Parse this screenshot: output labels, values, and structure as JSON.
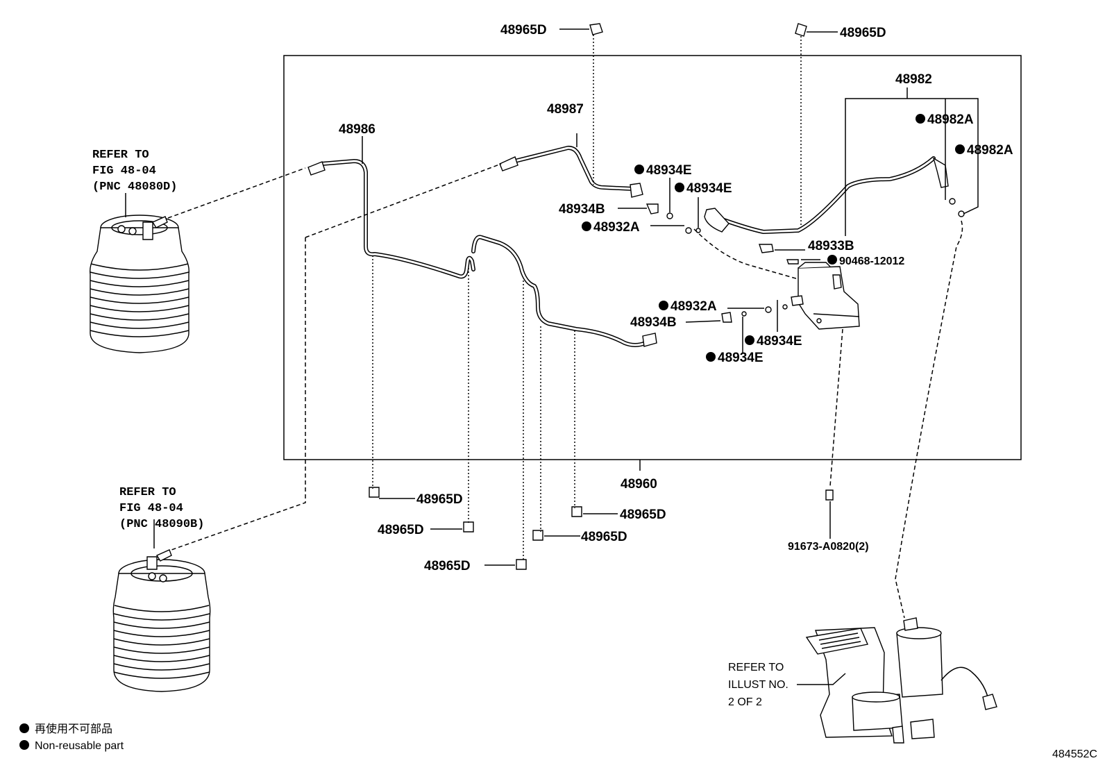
{
  "labels": {
    "clip_top_left": "48965D",
    "clip_top_right": "48965D",
    "pipe_48987": "48987",
    "pipe_48986": "48986",
    "hose_48982": "48982",
    "o_ring_48982a_1": "48982A",
    "o_ring_48982a_2": "48982A",
    "o_ring_48934e_1": "48934E",
    "o_ring_48934e_2": "48934E",
    "plug_48934b_1": "48934B",
    "ring_48932a_1": "48932A",
    "bracket_48933b": "48933B",
    "screw_90468": "90468-12012",
    "ring_48932a_2": "48932A",
    "plug_48934b_2": "48934B",
    "o_ring_48934e_3": "48934E",
    "o_ring_48934e_4": "48934E",
    "assembly_48960": "48960",
    "clip_bottom_1": "48965D",
    "clip_bottom_2": "48965D",
    "clip_bottom_3": "48965D",
    "clip_bottom_4": "48965D",
    "clip_bottom_5": "48965D",
    "bolt_91673": "91673-A0820(2)"
  },
  "refer_front": {
    "line1": "REFER TO",
    "line2": "FIG 48-04",
    "line3": "(PNC 48080D)"
  },
  "refer_rear": {
    "line1": "REFER TO",
    "line2": "FIG 48-04",
    "line3": "(PNC 48090B)"
  },
  "refer_compressor": {
    "line1": "REFER TO",
    "line2": "ILLUST NO.",
    "line3": "2 OF 2"
  },
  "legend": {
    "japanese": "再使用不可部品",
    "english": "Non-reusable part"
  },
  "illustration_id": "484552C"
}
